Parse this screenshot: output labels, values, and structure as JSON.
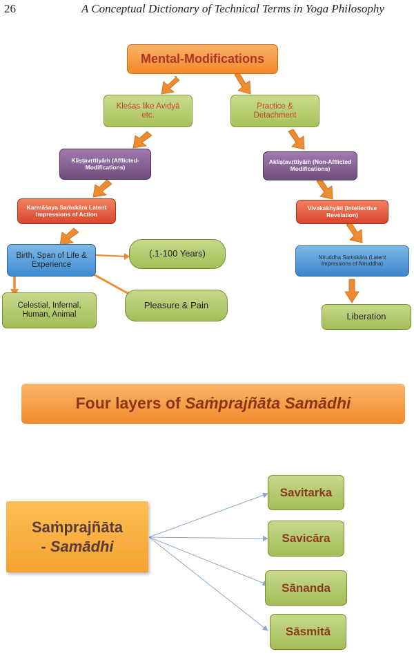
{
  "header": {
    "page_number": "26",
    "book_title": "A Conceptual Dictionary of Technical Terms in Yoga Philosophy"
  },
  "flow": {
    "root": "Mental-Modifications",
    "left": {
      "klesas": "Kleśas like Avidyā etc.",
      "klista": "Kliṣṭavṛttiyāṁ (Afflicted-Modifications)",
      "karmasaya": "Karmāśaya Saṁskāra Latent Impressions of Action",
      "birth": "Birth, Span of Life & Experience",
      "years": "(.1-100 Years)",
      "pleasure": "Pleasure & Pain",
      "beings": "Celestial, Infernal, Human, Animal"
    },
    "right": {
      "practice": "Practice & Detachment",
      "aklista": "Akliṣṭavṛttiyāṁ (Non-Afflicted Modifications)",
      "viveka": "Vivekakhyāti (Intellective Revelation)",
      "niruddha": "Niruddha Saṁskāra (Latent Impressions of Niruddha)",
      "liberation": "Liberation"
    }
  },
  "section2": {
    "banner_plain": "Four layers of ",
    "banner_italic": "Saṁprajñāta Samādhi",
    "source_line1": "Saṁprajñāta",
    "source_line2_prefix": "- ",
    "source_line2_italic": "Samādhi",
    "layers": [
      "Savitarka",
      "Savicāra",
      "Sānanda",
      "Sāsmitā"
    ]
  },
  "colors": {
    "orange": "#f2892a",
    "green": "#a7c15b",
    "purple": "#6e4f7c",
    "red": "#d9452d",
    "blue": "#3f8bd1",
    "arrow": "#ee8a30"
  }
}
